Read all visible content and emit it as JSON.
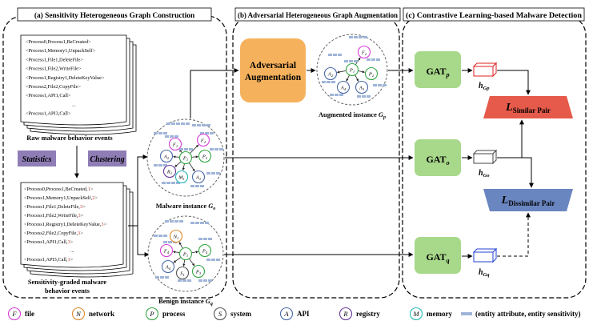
{
  "sections": {
    "a": "(a) Sensitivity Heterogeneous Graph Construction",
    "b": "(b) Adversarial Heterogeneous Graph Augmentation",
    "c": "(c) Contrastive Learning-based Malware Detection"
  },
  "raw_events": [
    "<Process0,Process1,BeCreated>",
    "<Process1,Memory1,UnpackSelf>",
    "<Process1,File1,DeleteFile>",
    "<Process1,File2,WriteFile>",
    "<Process1,Registry1,DeleteKeyValue>",
    "<Process2,File2,CopyFile>",
    "<Process1,API1,Call>",
    "...",
    "<Process1,API3,Call>"
  ],
  "graded_events": [
    {
      "text": "<Process0,Process1,BeCreated,",
      "grade": "1",
      "end": ">"
    },
    {
      "text": "<Process1,Memory1,UnpackSelf,",
      "grade": "2",
      "end": ">"
    },
    {
      "text": "<Process1,File1,DeleteFile,",
      "grade": "3",
      "end": ">"
    },
    {
      "text": "<Process1,File2,WriteFile,",
      "grade": "3",
      "end": ">"
    },
    {
      "text": "<Process1,Registry1,DeleteKeyValue,",
      "grade": "3",
      "end": ">"
    },
    {
      "text": "<Process2,File2,CopyFile,",
      "grade": "3",
      "end": ">"
    },
    {
      "text": "<Process1,API1,Call,",
      "grade": "3",
      "end": ">"
    },
    {
      "text": "...",
      "grade": "",
      "end": ""
    },
    {
      "text": "<Process1,API3,Call,",
      "grade": "1",
      "end": ">"
    }
  ],
  "labels": {
    "raw_events_caption": "Raw malware behavior events",
    "statistics": "Statistics",
    "clustering": "Clustering",
    "graded_caption_1": "Sensitivity-graded malware",
    "graded_caption_2": "behavior events",
    "malware_instance": "Malware instance",
    "benign_instance": "Benign instance",
    "augmented_instance": "Augmented instance",
    "adversarial_1": "Adversarial",
    "adversarial_2": "Augmentation",
    "G": "G",
    "sub_o": "o",
    "sub_p": "p",
    "sub_q": "q"
  },
  "gat": [
    {
      "main": "GAT",
      "sub": "p",
      "h": "h",
      "hsub": "Gp"
    },
    {
      "main": "GAT",
      "sub": "o",
      "h": "h",
      "hsub": "Go"
    },
    {
      "main": "GAT",
      "sub": "q",
      "h": "h",
      "hsub": "Gq"
    }
  ],
  "loss": {
    "similar_L": "L",
    "similar_sub": "Similar Pair",
    "dissimilar_L": "L",
    "dissimilar_sub": "Dissimilar Pair"
  },
  "nodes": {
    "malware": [
      "F2",
      "F1",
      "A2",
      "P1",
      "P2",
      "R1",
      "M1",
      "A1"
    ],
    "augmented": [
      "F2",
      "A2",
      "P1",
      "P2",
      "A4",
      "A3"
    ],
    "benign": [
      "N1",
      "F4",
      "P1",
      "P4",
      "A4",
      "S1",
      "P3"
    ]
  },
  "legend": [
    {
      "symbol": "F",
      "label": "file",
      "color": "#d63fd6"
    },
    {
      "symbol": "N",
      "label": "network",
      "color": "#e08a2e"
    },
    {
      "symbol": "P",
      "label": "process",
      "color": "#38a845"
    },
    {
      "symbol": "S",
      "label": "system",
      "color": "#555555"
    },
    {
      "symbol": "A",
      "label": "API",
      "color": "#4a6aa8"
    },
    {
      "symbol": "R",
      "label": "registry",
      "color": "#6a3c9c"
    },
    {
      "symbol": "M",
      "label": "memory",
      "color": "#2ab8b8"
    },
    {
      "symbol": "",
      "label": "(entity attribute, entity sensitivity)",
      "color": "#9fb4d8"
    }
  ],
  "colors": {
    "gat_fill": "#a8d98a",
    "adv_fill": "#f5b15c",
    "similar_fill": "#e55a4a",
    "dissimilar_fill": "#6a86c0",
    "stats_fill": "#8f7db6",
    "grade_red": "#c0392b",
    "attr_bar": "#9fb4d8"
  }
}
